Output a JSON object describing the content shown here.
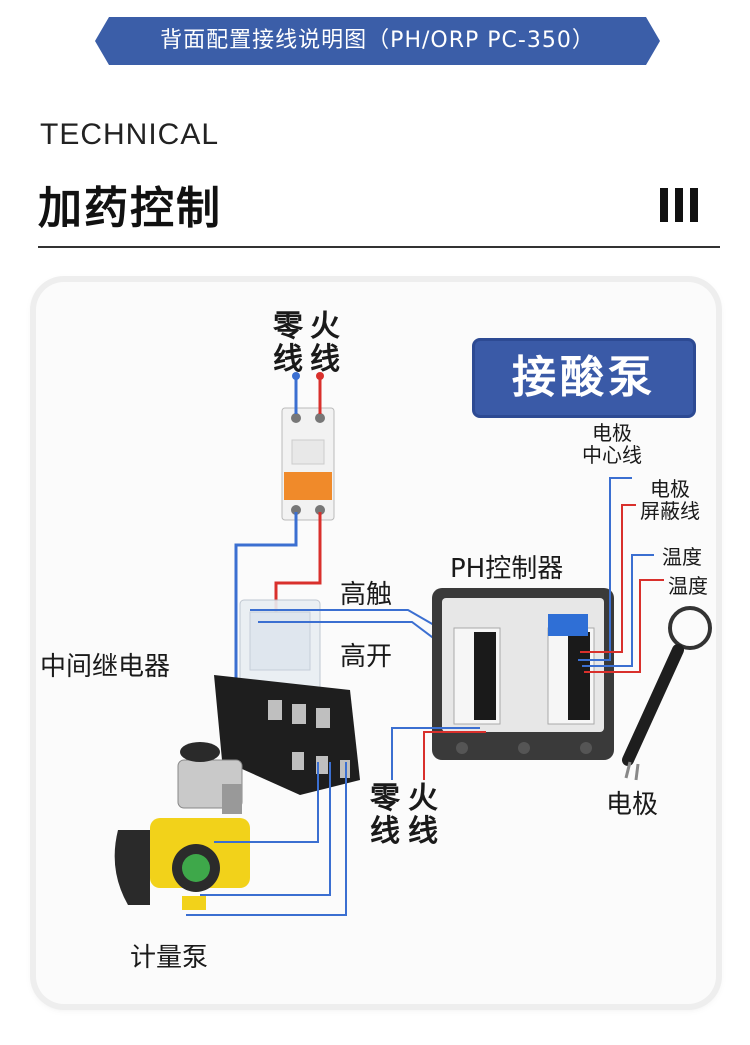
{
  "header": {
    "banner_text": "背面配置接线说明图（PH/ORP PC-350）",
    "technical": "TECHNICAL",
    "title": "加药控制",
    "banner_color": "#3b5ea8"
  },
  "diagram": {
    "breaker_top_neutral": "零",
    "breaker_top_neutral_line": "线",
    "breaker_top_live": "火",
    "breaker_top_live_line": "线",
    "acid_pump_badge": "接酸泵",
    "electrode_center": "电极",
    "electrode_center_line": "中心线",
    "electrode_shield": "电极",
    "electrode_shield_line": "屏蔽线",
    "temp_1": "温度",
    "temp_2": "温度",
    "ph_controller": "PH控制器",
    "high_contact": "高触",
    "high_open": "高开",
    "relay": "中间继电器",
    "bottom_neutral": "零",
    "bottom_neutral_line": "线",
    "bottom_live": "火",
    "bottom_live_line": "线",
    "electrode": "电极",
    "metering_pump": "计量泵",
    "wire_blue": "#3b6fd1",
    "wire_red": "#d9302c"
  }
}
